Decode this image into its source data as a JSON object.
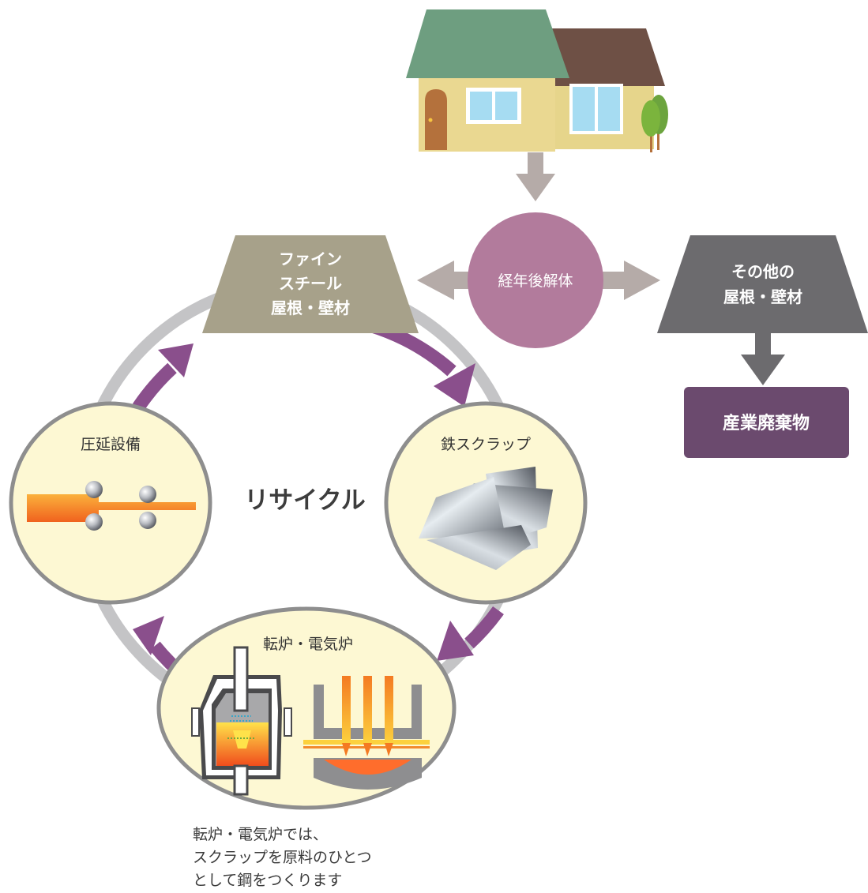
{
  "house": {
    "name": "house"
  },
  "center_node": {
    "label": "経年後解体"
  },
  "fine_steel": {
    "lines": [
      "ファイン",
      "スチール",
      "屋根・壁材"
    ]
  },
  "other_material": {
    "lines": [
      "その他の",
      "屋根・壁材"
    ]
  },
  "waste": {
    "label": "産業廃棄物"
  },
  "cycle": {
    "title": "リサイクル",
    "scrap": {
      "label": "鉄スクラップ"
    },
    "rolling": {
      "label": "圧延設備"
    },
    "furnace": {
      "label": "転炉・電気炉"
    }
  },
  "caption": {
    "lines": [
      "転炉・電気炉では、",
      "スクラップを原料のひとつ",
      "として鋼をつくります"
    ]
  },
  "colors": {
    "purple_arrow": "#8a4f8c",
    "gray_ring": "#c4c4c6",
    "center_circle": "#b27b9c",
    "fine_steel_box": "#a7a18a",
    "other_box": "#6c6b6e",
    "waste_box": "#6b4a6e",
    "node_fill": "#fdf8d3",
    "node_border": "#8e8e8e",
    "connector_arrow": "#b5aba8"
  }
}
